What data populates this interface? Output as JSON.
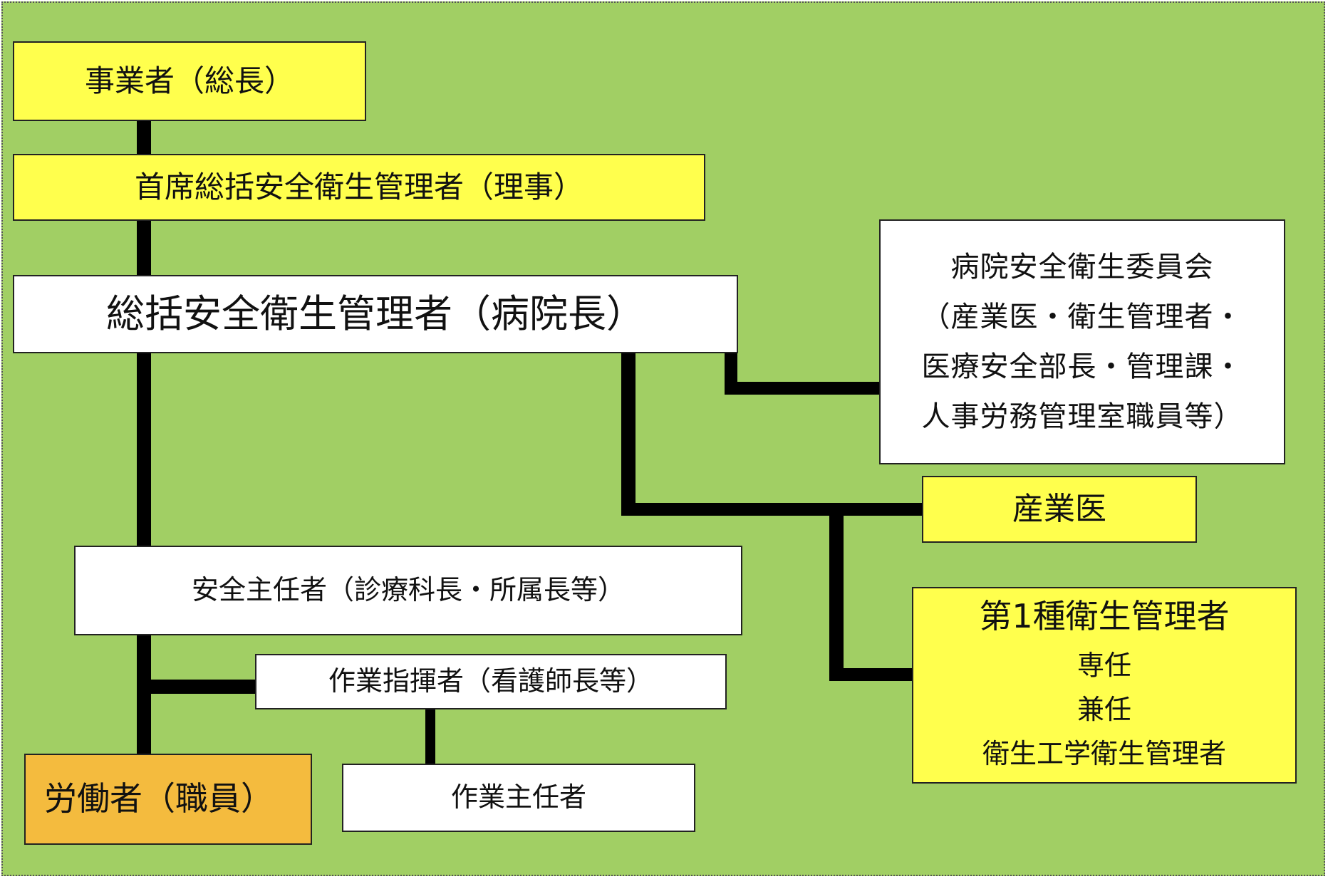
{
  "colors": {
    "background": "#a1cf64",
    "yellow": "#ffff4d",
    "white": "#ffffff",
    "orange": "#f4bb3e",
    "line": "#000000"
  },
  "nodes": {
    "employer": "事業者（総長）",
    "chief_general_manager": "首席総括安全衛生管理者（理事）",
    "general_manager": "総括安全衛生管理者（病院長）",
    "committee": {
      "lines": [
        "病院安全衛生委員会",
        "（産業医・衛生管理者・",
        "医療安全部長・管理課・",
        "人事労務管理室職員等）"
      ]
    },
    "occupational_physician": "産業医",
    "safety_chief": "安全主任者（診療科長・所属長等）",
    "work_commander": "作業指揮者（看護師長等）",
    "work_chief": "作業主任者",
    "workers": "労働者（職員）",
    "hygiene_manager": {
      "title": "第1種衛生管理者",
      "items": [
        "専任",
        "兼任",
        "衛生工学衛生管理者"
      ]
    }
  }
}
